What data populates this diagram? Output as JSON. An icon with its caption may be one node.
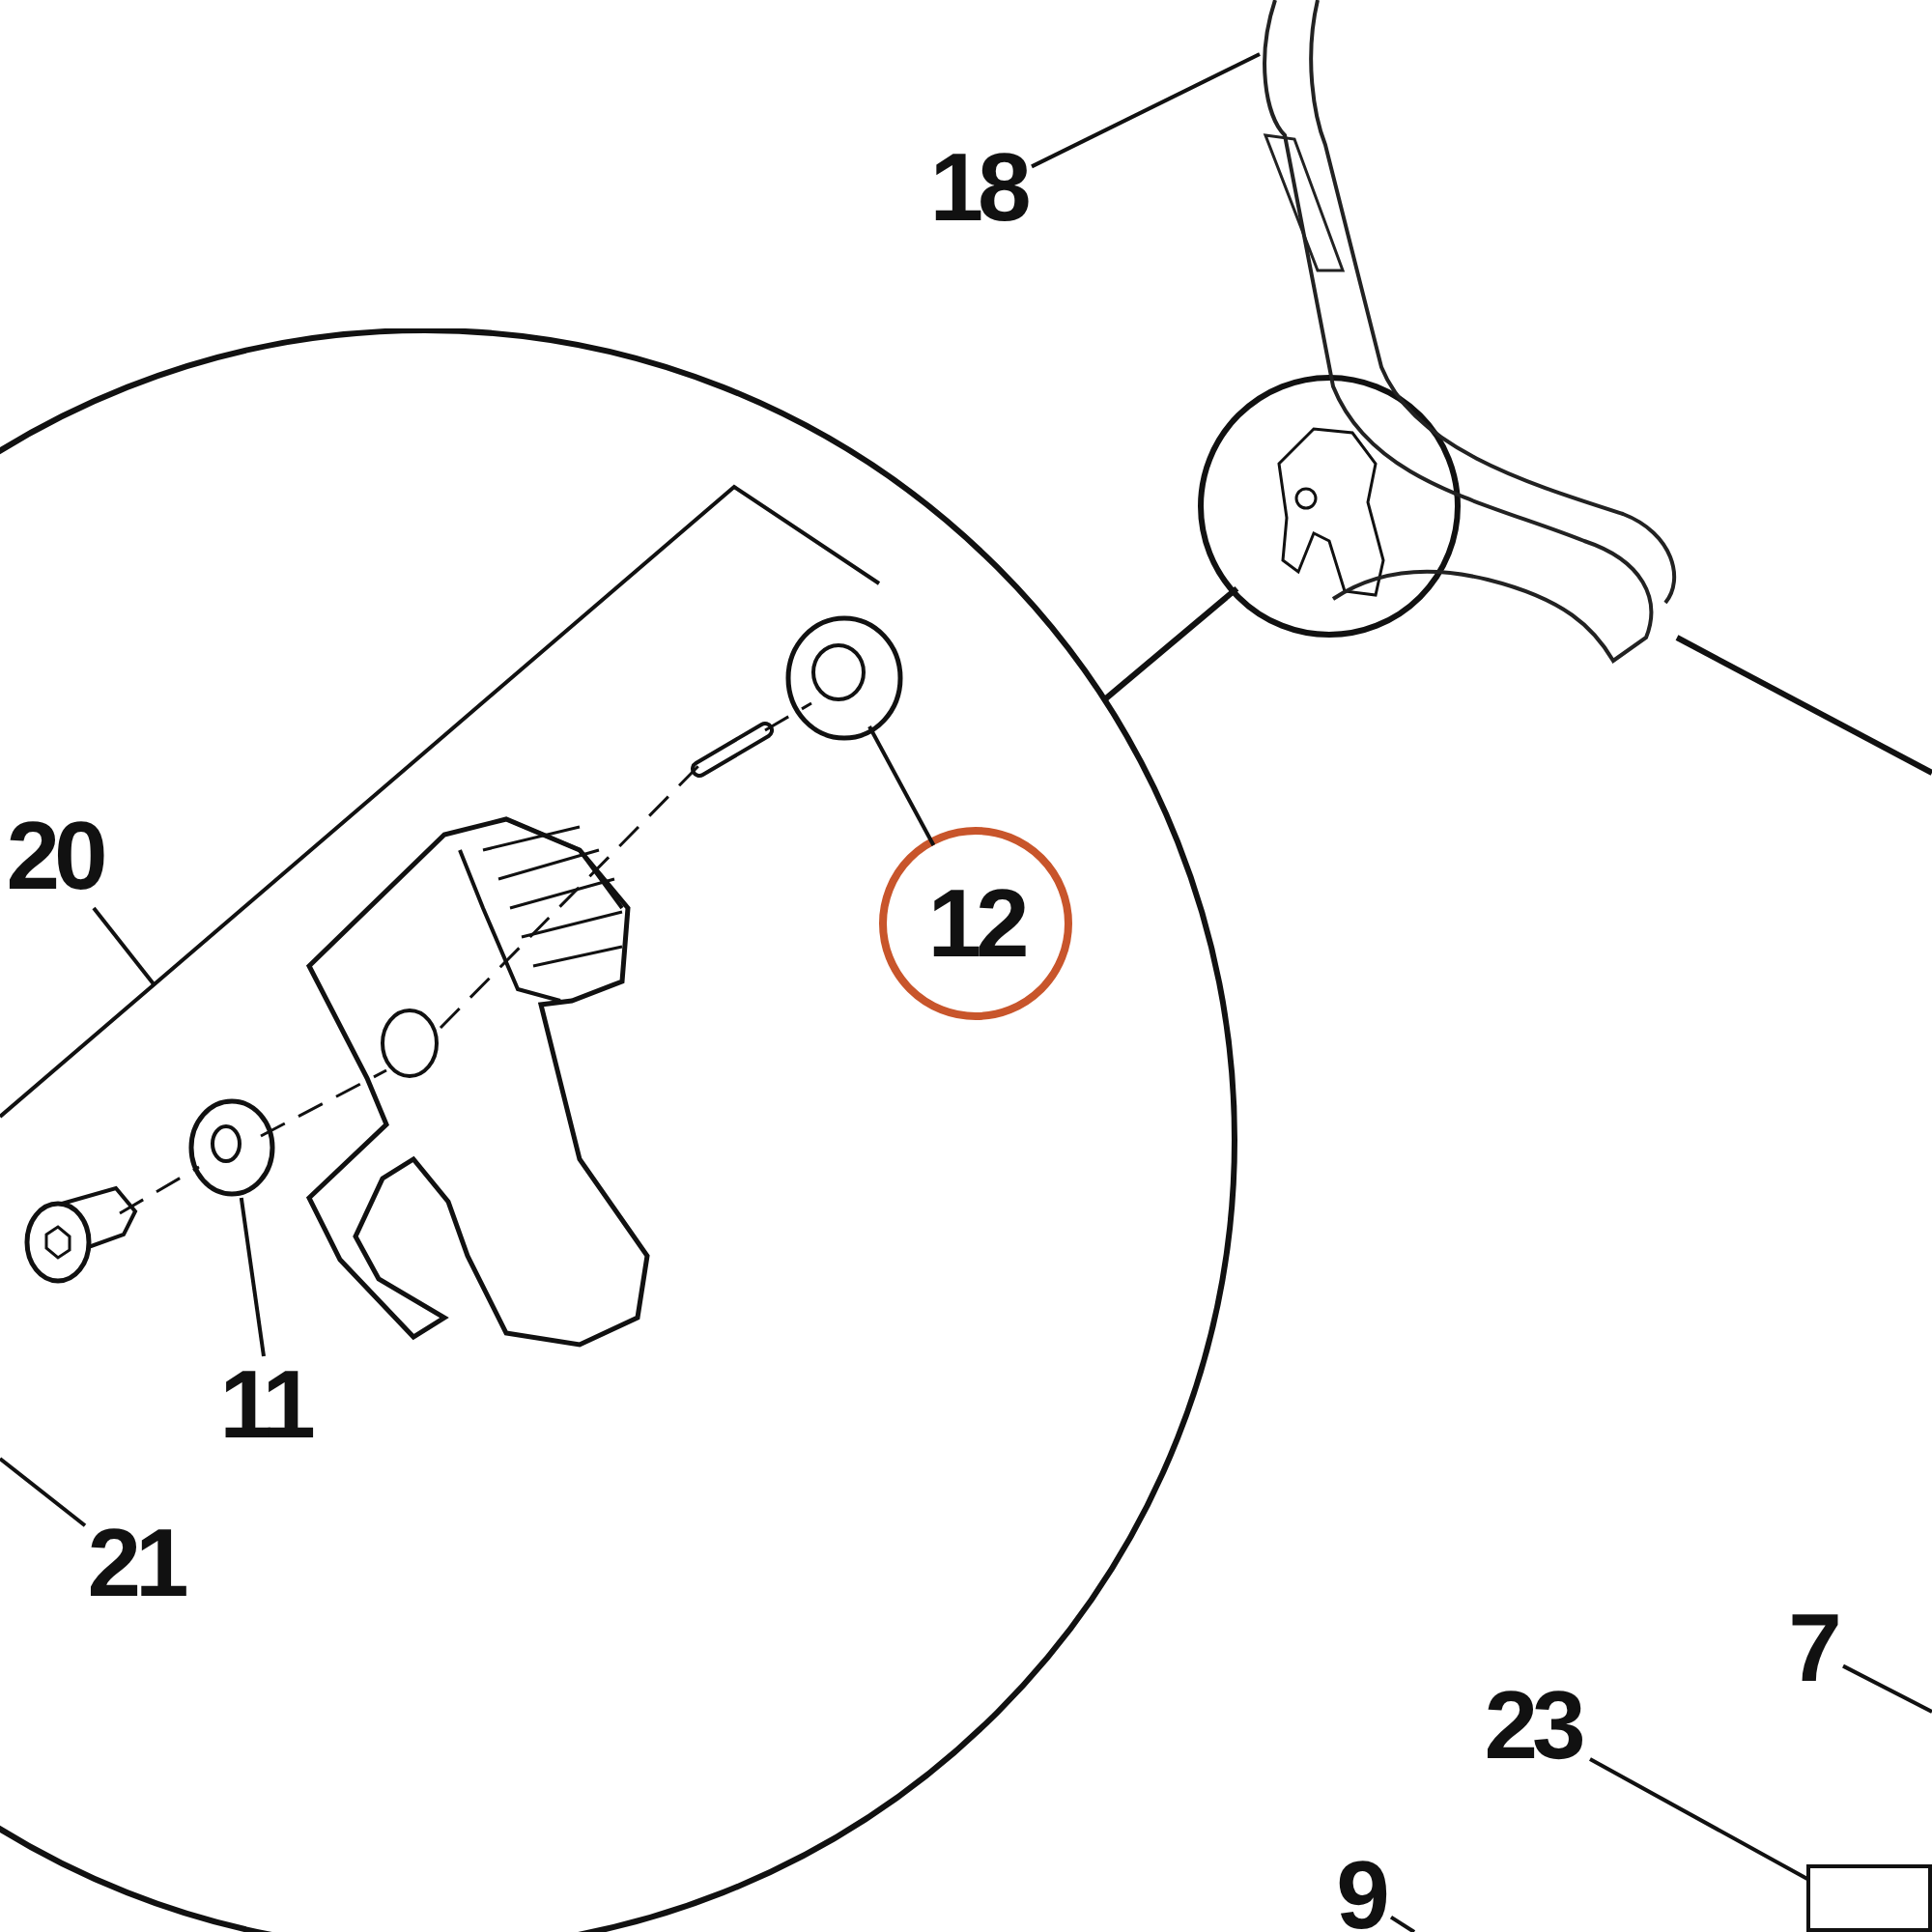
{
  "diagram": {
    "nodes": [
      {
        "text": [
          "18"
        ]
      },
      {
        "text": [],
        "shape": "picture"
      },
      {
        "text": [],
        "shape": "circle"
      },
      {
        "text": [],
        "shape": "circle"
      },
      {
        "text": [
          "20"
        ],
        "in": 3
      },
      {
        "text": [
          "12"
        ],
        "in": 3
      },
      {
        "text": [],
        "shape": "picture",
        "in": 3
      },
      {
        "text": [
          "11"
        ],
        "in": 3
      },
      {
        "text": [],
        "shape": "picture",
        "in": 3
      },
      {
        "text": [
          "21"
        ],
        "in": 3
      },
      {
        "text": [],
        "shape": "picture",
        "in": 3
      },
      {
        "text": [
          "7"
        ]
      },
      {
        "text": [
          "23"
        ]
      },
      {
        "text": [],
        "shape": "box"
      },
      {
        "text": [
          "9"
        ]
      },
      {
        "text": [],
        "shape": "picture",
        "in": 3
      },
      {
        "text": [],
        "shape": "picture",
        "in": 3
      }
    ],
    "edges": [
      {
        "from": 0,
        "to": 1,
        "arrow": "none"
      },
      {
        "from": 2,
        "to": 3,
        "arrow": "none"
      },
      {
        "from": 4,
        "to": null,
        "arrow": "none"
      },
      {
        "from": 5,
        "to": 6,
        "arrow": "none"
      },
      {
        "from": 7,
        "to": 8,
        "arrow": "none"
      },
      {
        "from": 9,
        "to": null,
        "arrow": "none"
      },
      {
        "from": 11,
        "to": null,
        "arrow": "none"
      },
      {
        "from": 12,
        "to": 13,
        "arrow": "none"
      },
      {
        "from": 14,
        "to": null,
        "arrow": "none"
      },
      {
        "from": 1,
        "to": null,
        "arrow": "none"
      },
      {
        "from": 10,
        "to": 8,
        "arrow": "none",
        "style": "dashed"
      },
      {
        "from": 8,
        "to": 15,
        "arrow": "none",
        "style": "dashed"
      },
      {
        "from": 15,
        "to": 16,
        "arrow": "none",
        "style": "dashed"
      },
      {
        "from": 16,
        "to": 6,
        "arrow": "none",
        "style": "dashed"
      }
    ]
  }
}
